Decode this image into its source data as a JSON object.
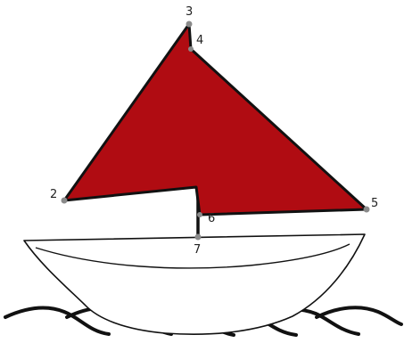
{
  "diagram": {
    "point_labels": [
      "3",
      "4",
      "2",
      "5",
      "6",
      "7"
    ]
  },
  "colors": {
    "sail": "#b00c12",
    "outline": "#111111",
    "hull_fill": "#ffffff",
    "vertex": "#8a8a8a"
  }
}
